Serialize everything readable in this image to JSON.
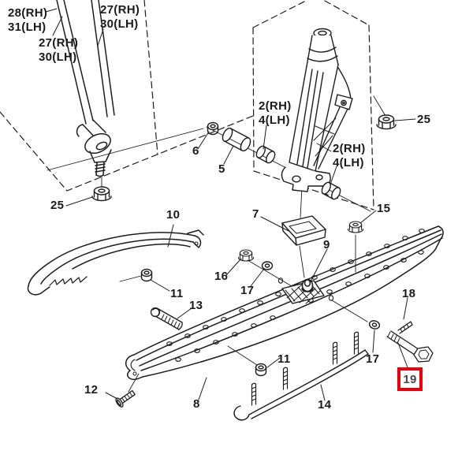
{
  "diagram": {
    "kind": "exploded-parts-diagram (snowmobile ski assembly)",
    "background": "#ffffff",
    "line_color": "#1c1c1c",
    "highlight_color": "#e8000d",
    "selected_part_number": "19",
    "labels": [
      {
        "text": "28(RH)"
      },
      {
        "text": "31(LH)"
      },
      {
        "text": "27(RH)"
      },
      {
        "text": "30(LH)"
      },
      {
        "text": "27(RH)"
      },
      {
        "text": "30(LH)"
      },
      {
        "text": "2(RH)"
      },
      {
        "text": "4(LH)"
      },
      {
        "text": "2(RH)"
      },
      {
        "text": "4(LH)"
      },
      {
        "text": "25"
      },
      {
        "text": "25"
      },
      {
        "text": "6"
      },
      {
        "text": "5"
      },
      {
        "text": "10"
      },
      {
        "text": "7"
      },
      {
        "text": "15"
      },
      {
        "text": "9"
      },
      {
        "text": "16"
      },
      {
        "text": "17"
      },
      {
        "text": "11"
      },
      {
        "text": "13"
      },
      {
        "text": "18"
      },
      {
        "text": "17"
      },
      {
        "text": "11"
      },
      {
        "text": "12"
      },
      {
        "text": "8"
      },
      {
        "text": "14"
      },
      {
        "text": "19",
        "highlighted": true
      }
    ]
  }
}
